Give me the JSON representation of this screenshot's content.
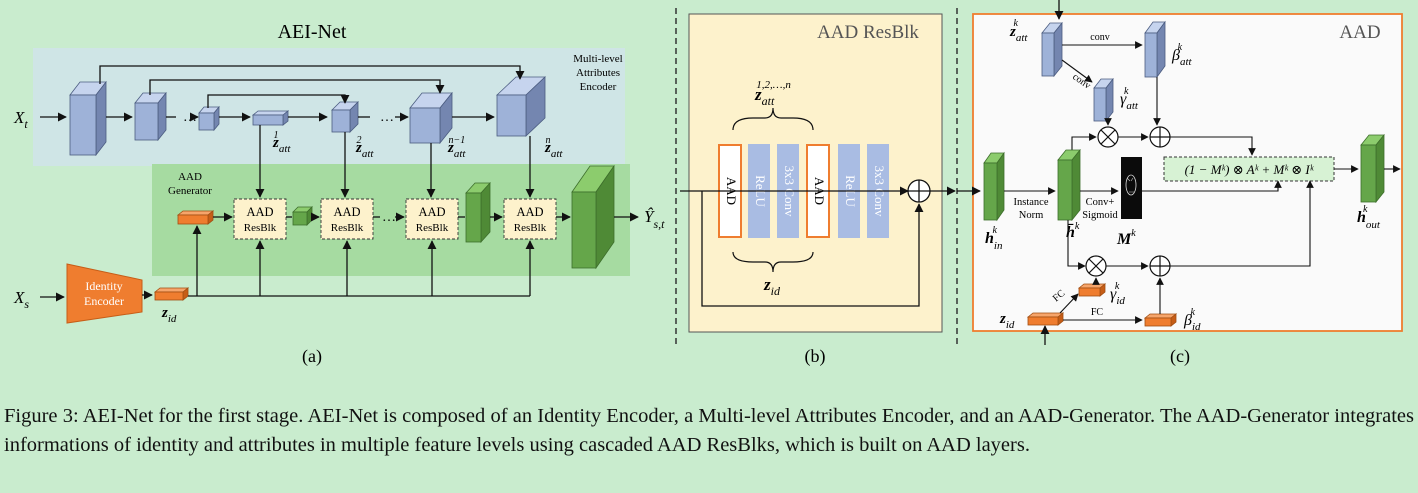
{
  "panel_a": {
    "title": "AEI-Net",
    "encoder_label": [
      "Multi-level",
      "Attributes",
      "Encoder"
    ],
    "generator_label": [
      "AAD",
      "Generator"
    ],
    "identity_encoder": [
      "Identity",
      "Encoder"
    ],
    "input_target": "X",
    "input_target_sub": "t",
    "input_source": "X",
    "input_source_sub": "s",
    "output": "Ŷ",
    "output_sub": "s,t",
    "resblk_top": "AAD",
    "resblk_bottom": "ResBlk",
    "ellipsis": "…",
    "z": "z",
    "att": "att",
    "id": "id",
    "sup_1": "1",
    "sup_2": "2",
    "sup_n1": "n−1",
    "sup_n": "n",
    "caption_letter": "(a)"
  },
  "panel_b": {
    "title": "AAD ResBlk",
    "z_att_sup": "1,2,…,n",
    "layers": [
      "AAD",
      "ReLU",
      "3x3 Conv",
      "AAD",
      "ReLU",
      "3x3 Conv"
    ],
    "caption_letter": "(b)"
  },
  "panel_c": {
    "title": "AAD",
    "conv": "conv",
    "beta": "β",
    "gamma": "γ",
    "k": "k",
    "instance_norm": [
      "Instance",
      "Norm"
    ],
    "conv_sigmoid": [
      "Conv+",
      "Sigmoid"
    ],
    "h": "h",
    "h_bar": "h̄",
    "m": "M",
    "in": "in",
    "out": "out",
    "fc": "FC",
    "formula": "(1 − Mᵏ) ⊗ Aᵏ + Mᵏ ⊗ Iᵏ",
    "caption_letter": "(c)"
  },
  "caption": "Figure 3: AEI-Net for the first stage. AEI-Net is composed of an Identity Encoder, a Multi-level Attributes Encoder, and an AAD-Generator. The AAD-Generator integrates informations of identity and attributes in multiple feature levels using cascaded AAD ResBlks, which is built on AAD layers.",
  "colors": {
    "background": "#c9ecce",
    "encoder_band": "#cfe5e6",
    "generator_band": "#a6dba1",
    "blue_block": "#9eb2d8",
    "green_block": "#65a64a",
    "orange": "#ef7d2f",
    "resblk_bg": "#fdf2cc"
  }
}
